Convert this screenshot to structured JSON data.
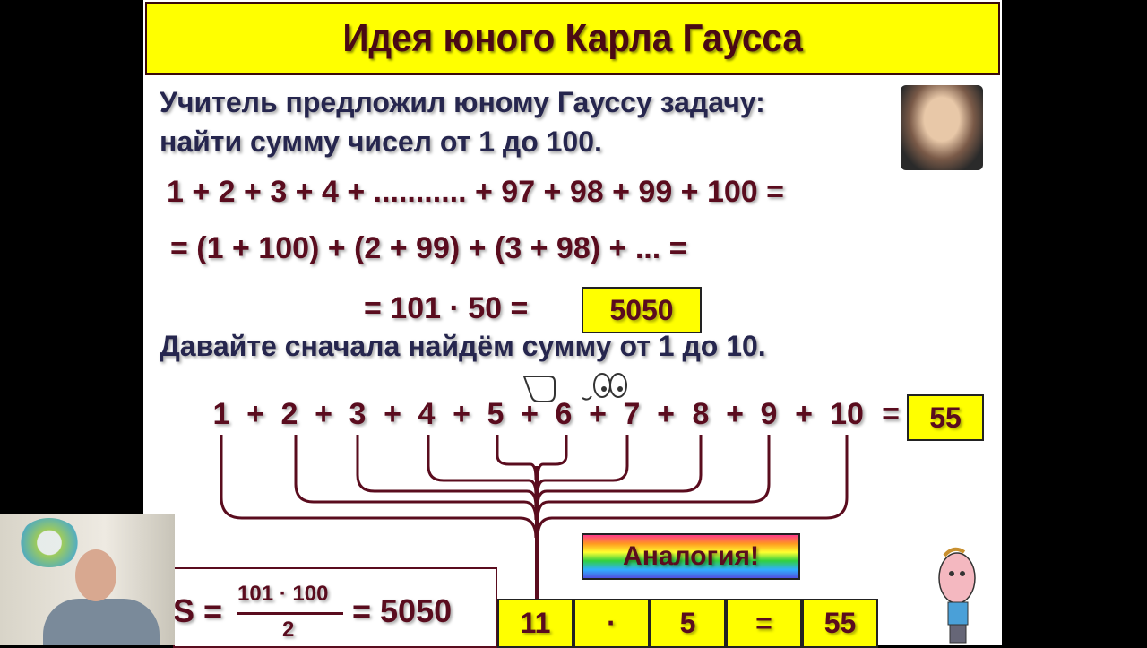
{
  "title": "Идея юного Карла Гаусса",
  "intro_line1": "Учитель предложил юному Гауссу задачу:",
  "intro_line2": "найти сумму чисел от 1 до 100.",
  "eq1": "1 + 2 + 3 + 4 + ........... + 97 + 98 + 99 + 100 =",
  "eq2": "= (1 + 100) + (2 + 99) + (3 + 98) + ... =",
  "eq3": "= 101 · 50 =",
  "eq3_result": "5050",
  "prompt": "Давайте сначала найдём сумму от 1 до 10.",
  "small_sum": {
    "terms": [
      "1",
      "2",
      "3",
      "4",
      "5",
      "6",
      "7",
      "8",
      "9",
      "10"
    ],
    "plus": "+",
    "equals": "=",
    "result": "55"
  },
  "analogy_label": "Аналогия!",
  "formula": {
    "lhs": "S =",
    "numerator": "101 · 100",
    "denominator": "2",
    "rhs": "= 5050"
  },
  "bottom_boxes": [
    "11",
    "·",
    "5",
    "=",
    "55"
  ],
  "colors": {
    "title_bar": "#ffff00",
    "title_text": "#4a0a14",
    "body_text": "#26264e",
    "equation_text": "#5a0c1e"
  }
}
